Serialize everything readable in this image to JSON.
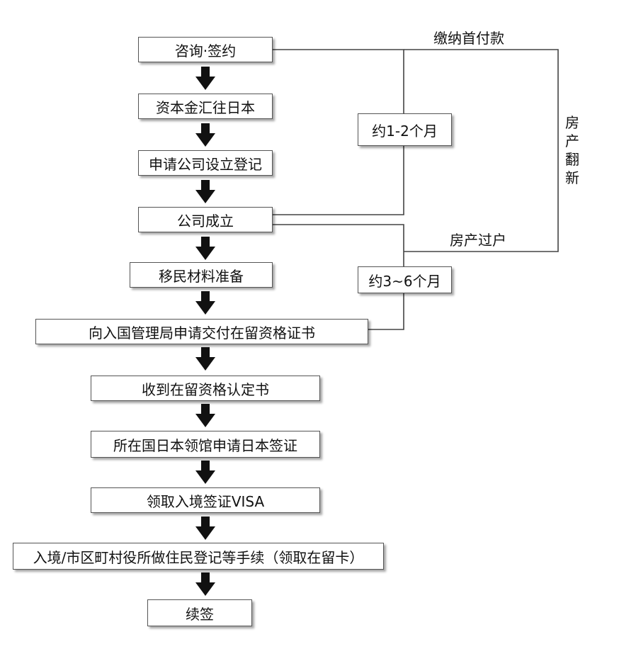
{
  "steps": [
    "咨询·签约",
    "资本金汇往日本",
    "申请公司设立登记",
    "公司成立",
    "移民材料准备",
    "向入国管理局申请交付在留资格证书",
    "收到在留资格认定书",
    "所在国日本领馆申请日本签证",
    "领取入境签证VISA",
    "入境/市区町村役所做住民登记等手续（领取在留卡）",
    "续签"
  ],
  "durations": {
    "first": "约1-2个月",
    "second": "约3~6个月"
  },
  "property": {
    "down_payment": "缴纳首付款",
    "renovation": "房产翻新",
    "transfer": "房产过户"
  }
}
